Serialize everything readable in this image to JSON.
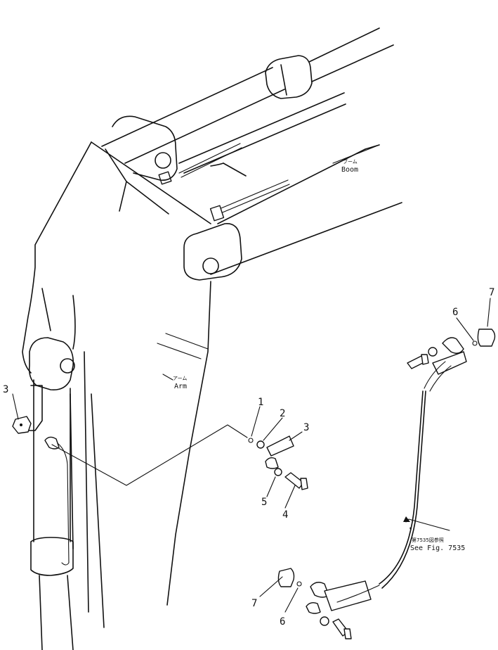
{
  "labels": {
    "boom_jp": "ブーム",
    "boom": "Boom",
    "arm_jp": "アーム",
    "arm": "Arm",
    "see_fig_jp": "第7535図参照",
    "see_fig": "See Fig. 7535"
  },
  "callouts": {
    "c1": "1",
    "c2": "2",
    "c3_center": "3",
    "c3_left": "3",
    "c4": "4",
    "c5": "5",
    "c6_top": "6",
    "c7_top": "7",
    "c6_bottom": "6",
    "c7_bottom": "7"
  }
}
